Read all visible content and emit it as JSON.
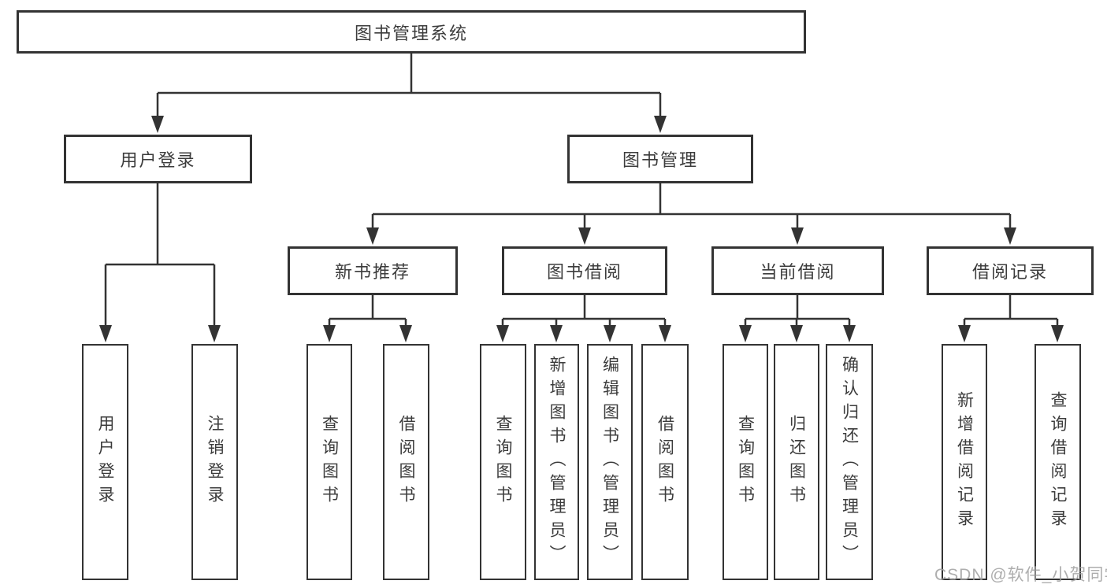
{
  "colors": {
    "line": "#333333",
    "box_border": "#333333",
    "text": "#3c3c3c",
    "watermark": "#a0a0a0",
    "background": "#ffffff"
  },
  "watermark": {
    "text": "CSDN @软件_小贺同学"
  },
  "tree": {
    "root": {
      "label": "图书管理系统",
      "children": [
        {
          "label": "用户登录",
          "children": [
            {
              "label": "用户登录"
            },
            {
              "label": "注销登录"
            }
          ]
        },
        {
          "label": "图书管理",
          "children": [
            {
              "label": "新书推荐",
              "children": [
                {
                  "label": "查询图书"
                },
                {
                  "label": "借阅图书"
                }
              ]
            },
            {
              "label": "图书借阅",
              "children": [
                {
                  "label": "查询图书"
                },
                {
                  "label": "新增图书（管理员）"
                },
                {
                  "label": "编辑图书（管理员）"
                },
                {
                  "label": "借阅图书"
                }
              ]
            },
            {
              "label": "当前借阅",
              "children": [
                {
                  "label": "查询图书"
                },
                {
                  "label": "归还图书"
                },
                {
                  "label": "确认归还（管理员）"
                }
              ]
            },
            {
              "label": "借阅记录",
              "children": [
                {
                  "label": "新增借阅记录"
                },
                {
                  "label": "查询借阅记录"
                }
              ]
            }
          ]
        }
      ]
    }
  }
}
